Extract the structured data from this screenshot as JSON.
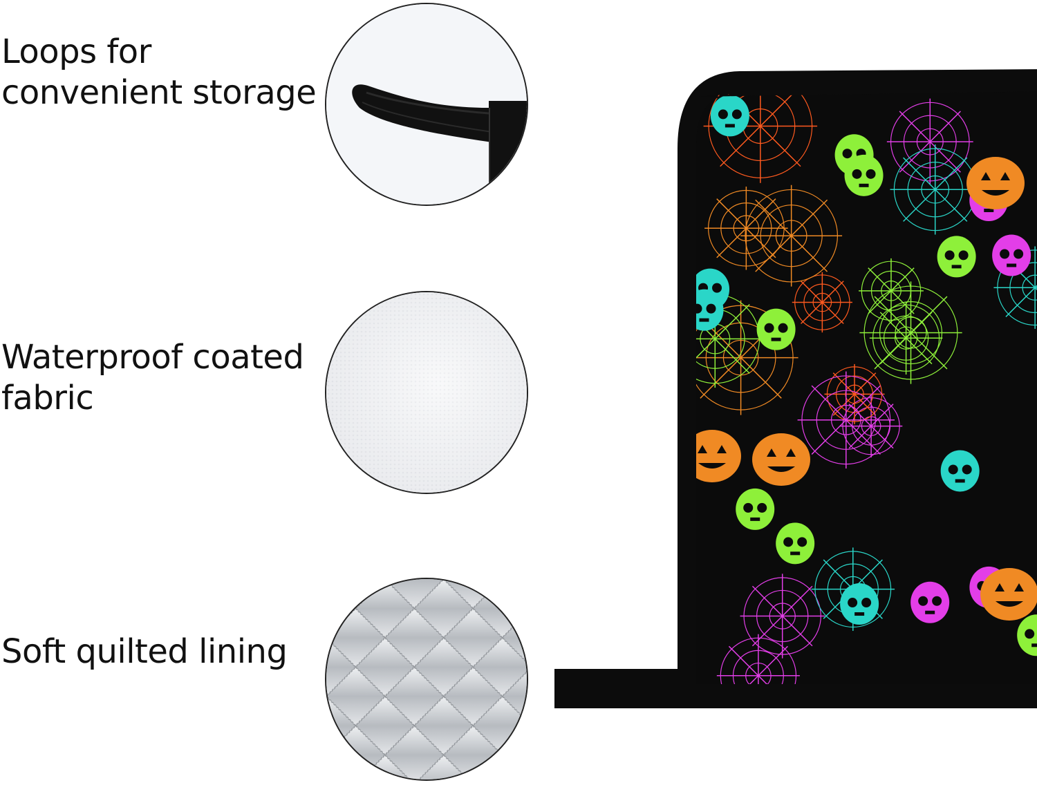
{
  "features": [
    {
      "label": "Loops for\nconvenient storage",
      "icon": "hanging-loop-detail"
    },
    {
      "label": "Waterproof coated\nfabric",
      "icon": "coated-fabric-detail"
    },
    {
      "label": "Soft quilted lining",
      "icon": "quilted-lining-detail"
    }
  ],
  "product": {
    "pattern": "halloween-neon-skulls-pumpkins-webs",
    "background_color": "#0b0b0b",
    "accent_colors": [
      "#f08a24",
      "#e33ee8",
      "#2ad6c8",
      "#8ef03a",
      "#ff5a1f"
    ]
  }
}
